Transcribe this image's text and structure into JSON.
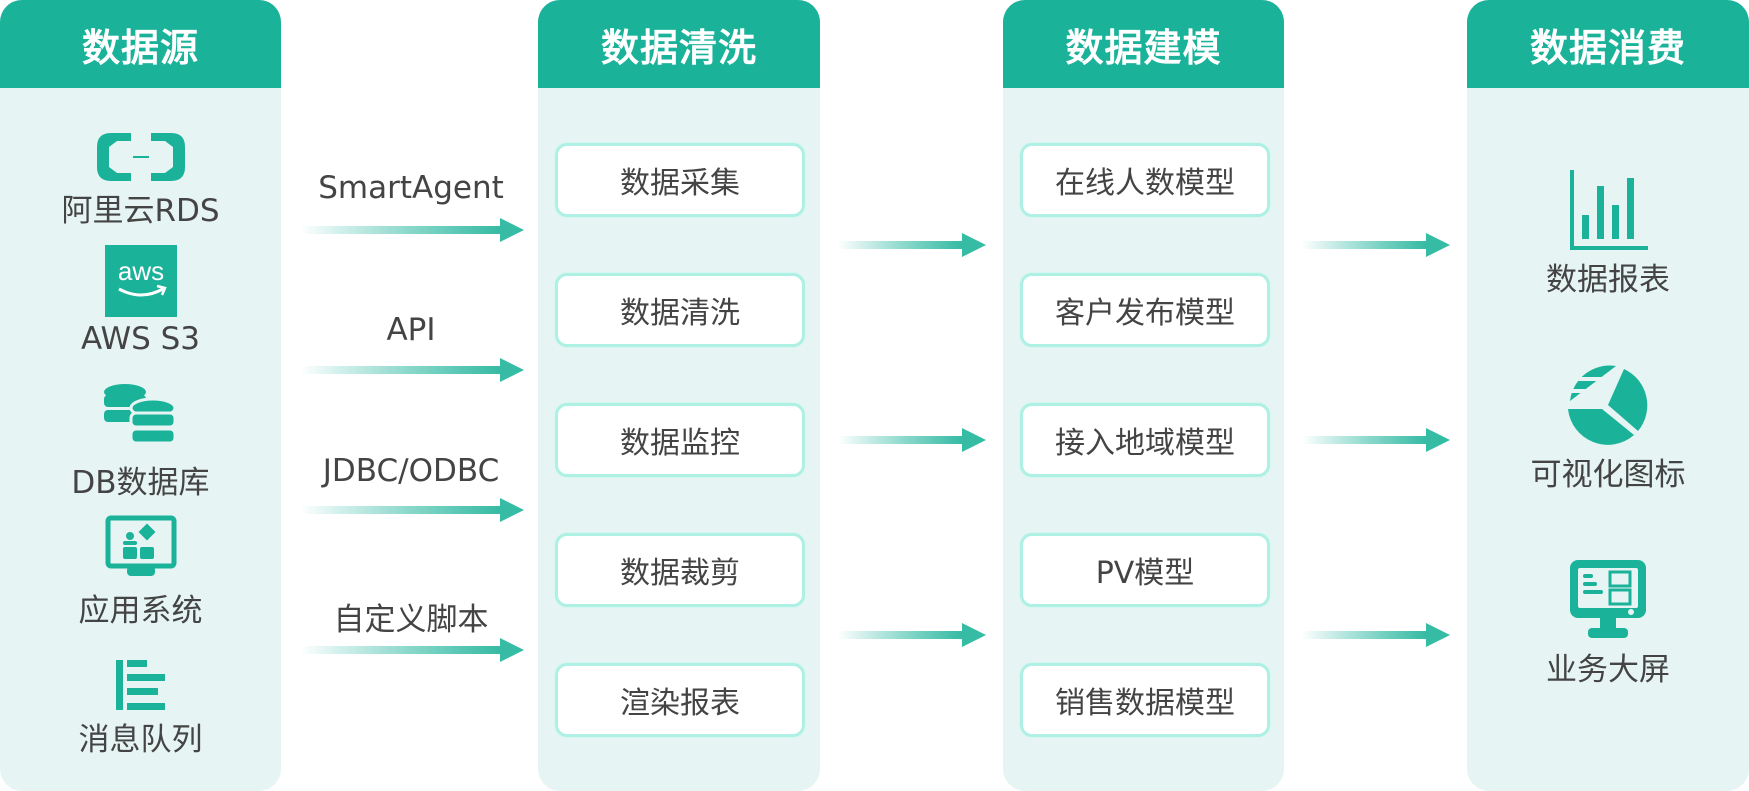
{
  "colors": {
    "accent": "#1bb29a",
    "panel_bg": "#e6f5f4",
    "card_border": "#aef0e3",
    "text": "#444444"
  },
  "columns": [
    {
      "title": "数据源",
      "items": [
        {
          "label": "阿里云RDS",
          "icon": "aliyun-icon"
        },
        {
          "label": "AWS S3",
          "icon": "aws-icon",
          "icon_text": "aws"
        },
        {
          "label": "DB数据库",
          "icon": "database-icon"
        },
        {
          "label": "应用系统",
          "icon": "application-icon"
        },
        {
          "label": "消息队列",
          "icon": "message-queue-icon"
        }
      ]
    },
    {
      "title": "数据清洗",
      "items": [
        {
          "label": "数据采集"
        },
        {
          "label": "数据清洗"
        },
        {
          "label": "数据监控"
        },
        {
          "label": "数据裁剪"
        },
        {
          "label": "渲染报表"
        }
      ]
    },
    {
      "title": "数据建模",
      "items": [
        {
          "label": "在线人数模型"
        },
        {
          "label": "客户发布模型"
        },
        {
          "label": "接入地域模型"
        },
        {
          "label": "PV模型"
        },
        {
          "label": "销售数据模型"
        }
      ]
    },
    {
      "title": "数据消费",
      "items": [
        {
          "label": "数据报表",
          "icon": "bar-chart-icon"
        },
        {
          "label": "可视化图标",
          "icon": "pie-chart-icon"
        },
        {
          "label": "业务大屏",
          "icon": "dashboard-monitor-icon"
        }
      ]
    }
  ],
  "connectors": [
    {
      "label": "SmartAgent"
    },
    {
      "label": "API"
    },
    {
      "label": "JDBC/ODBC"
    },
    {
      "label": "自定义脚本"
    }
  ]
}
